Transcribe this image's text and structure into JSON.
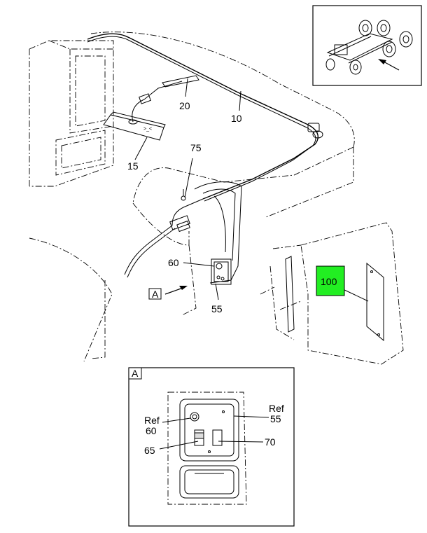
{
  "callouts": {
    "c10": "10",
    "c15": "15",
    "c20": "20",
    "c75": "75",
    "c60": "60",
    "c55": "55",
    "c100": "100",
    "view_ref": "A",
    "detail_title": "A",
    "d_ref60_word": "Ref",
    "d_ref60_num": "60",
    "d_ref55_word": "Ref",
    "d_ref55_num": "55",
    "d65": "65",
    "d70": "70"
  },
  "highlight_color": "#22ee22"
}
